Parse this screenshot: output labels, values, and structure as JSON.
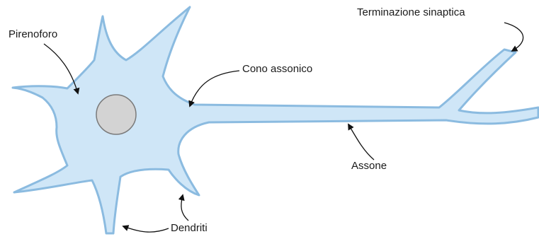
{
  "labels": {
    "pirenoforo": "Pirenoforo",
    "cono_assonico": "Cono assonico",
    "terminazione_sinaptica": "Terminazione sinaptica",
    "assone": "Assone",
    "dendriti": "Dendriti"
  },
  "colors": {
    "cell_fill": "#cfe6f7",
    "cell_outline": "#8bbbe0",
    "nucleus_fill": "#d3d3d3",
    "nucleus_outline": "#7a7a7a",
    "arrow": "#111111"
  }
}
